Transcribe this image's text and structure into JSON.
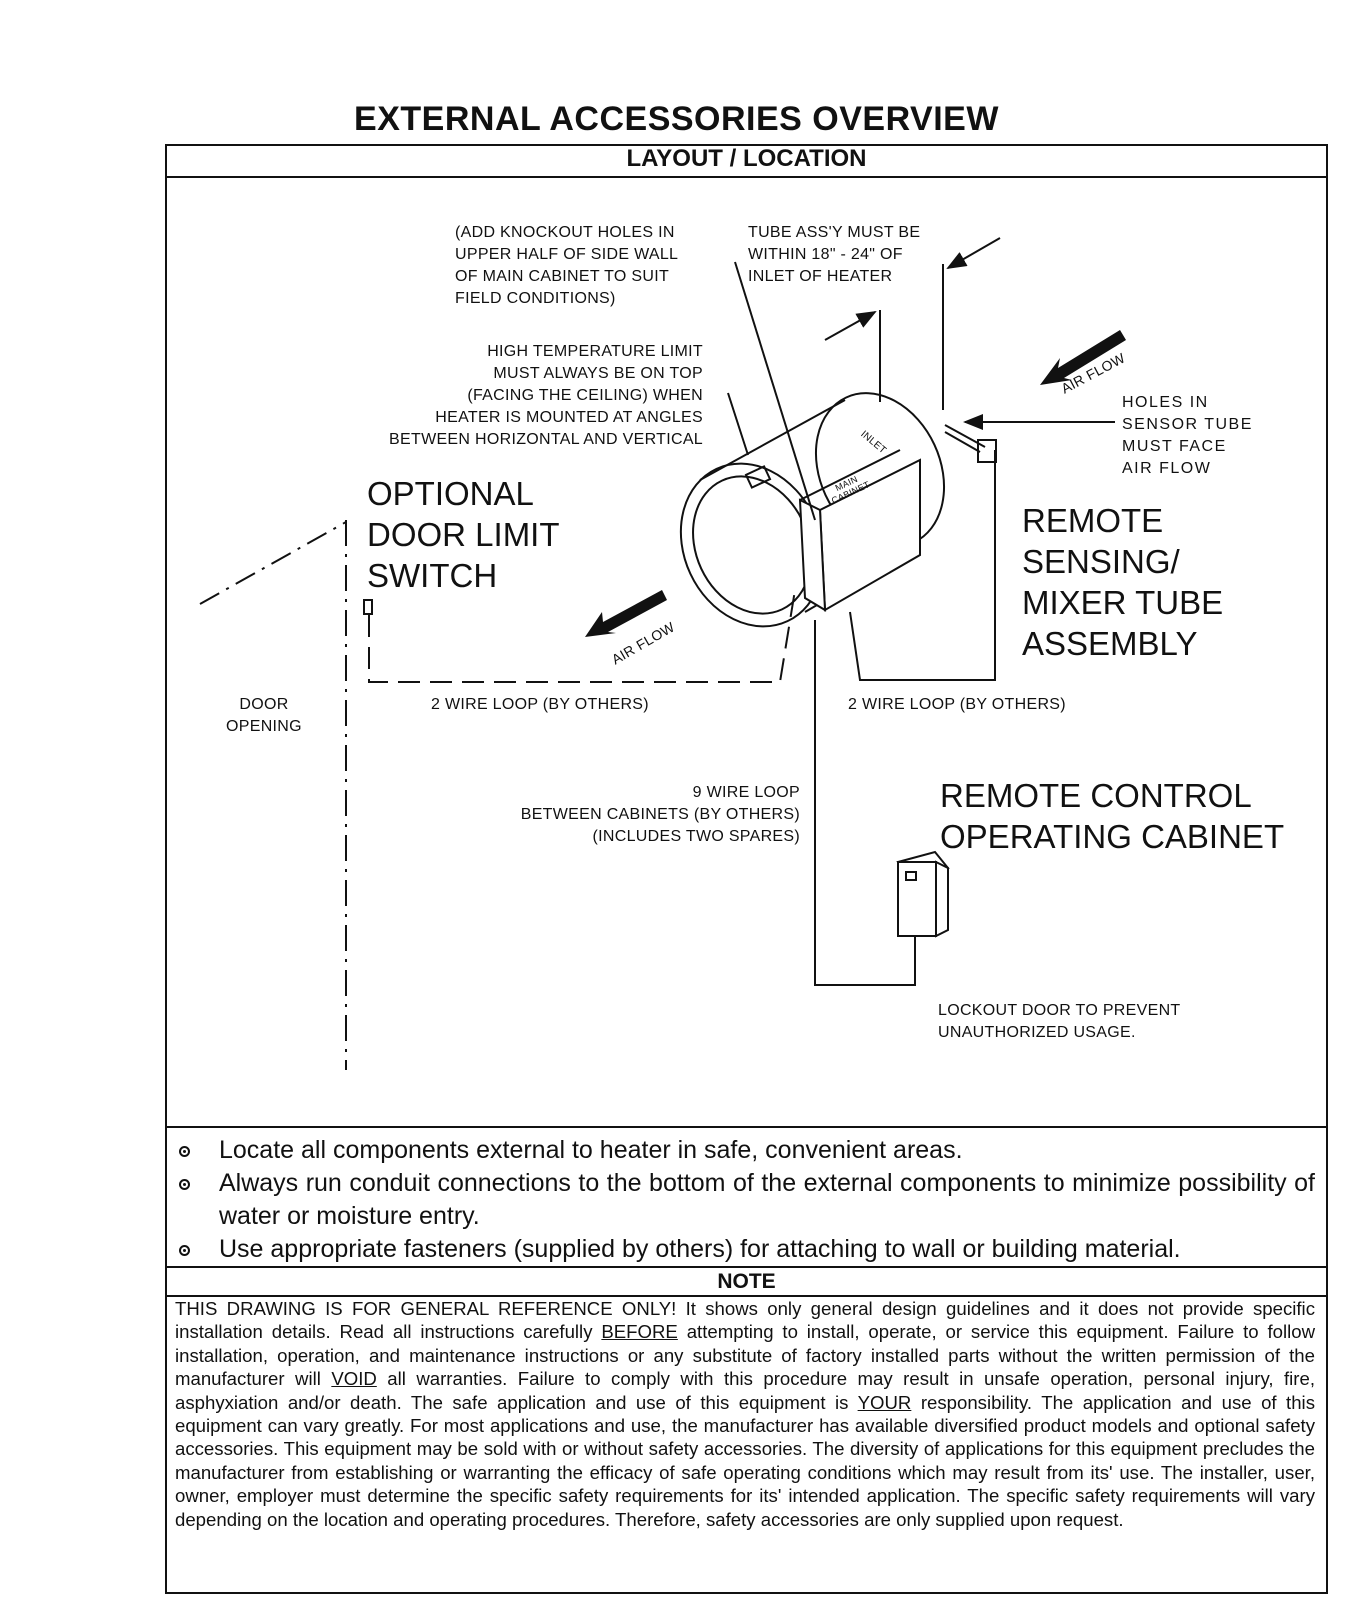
{
  "title": "EXTERNAL ACCESSORIES OVERVIEW",
  "layout_header": "LAYOUT / LOCATION",
  "labels": {
    "knockout": "(ADD KNOCKOUT HOLES IN\nUPPER HALF OF SIDE WALL\nOF MAIN CABINET TO SUIT\nFIELD CONDITIONS)",
    "tube_assy": "TUBE ASS'Y MUST BE\nWITHIN 18\" - 24\" OF\nINLET OF HEATER",
    "high_temp": "HIGH TEMPERATURE LIMIT\nMUST ALWAYS BE ON TOP\n(FACING THE CEILING) WHEN\nHEATER IS MOUNTED AT ANGLES\nBETWEEN HORIZONTAL AND VERTICAL",
    "holes": "HOLES IN\nSENSOR TUBE\nMUST FACE\nAIR FLOW",
    "optional_door": "OPTIONAL\nDOOR LIMIT\nSWITCH",
    "remote_sensing": "REMOTE\nSENSING/\nMIXER TUBE\nASSEMBLY",
    "door_opening": "DOOR\nOPENING",
    "wire_loop_left": "2 WIRE LOOP (BY OTHERS)",
    "wire_loop_right": "2 WIRE LOOP (BY OTHERS)",
    "nine_wire": "9 WIRE LOOP\nBETWEEN CABINETS (BY OTHERS)\n(INCLUDES TWO SPARES)",
    "remote_control": "REMOTE CONTROL\nOPERATING CABINET",
    "lockout": "LOCKOUT DOOR TO PREVENT\nUNAUTHORIZED USAGE.",
    "air_flow_top": "AIR FLOW",
    "air_flow_bottom": "AIR FLOW",
    "inlet": "INLET",
    "main_cabinet": "MAIN\nCABINET"
  },
  "bullets": [
    "Locate all components external to heater in safe, convenient areas.",
    "Always run conduit connections to the bottom of the external components to minimize possibility of water or moisture entry.",
    "Use appropriate fasteners (supplied by others) for attaching to wall or building material."
  ],
  "note_header": "NOTE",
  "note": {
    "p1": "THIS DRAWING IS FOR GENERAL REFERENCE ONLY!  It shows only general design guidelines and it does not provide specific installation details.  Read all instructions carefully ",
    "before": "BEFORE",
    "p2": " attempting to install, operate, or service this equipment.  Failure to follow installation, operation, and maintenance instructions or any substitute of factory installed parts without the written permission of the manufacturer will ",
    "void": "VOID",
    "p3": " all warranties.  Failure to comply with this procedure may result in unsafe operation, personal injury, fire, asphyxiation and/or death.  The safe application and use of this equipment is ",
    "your": "YOUR",
    "p4": " responsibility.  The application and use of this equipment can vary greatly.  For most applications and use, the manufacturer has available diversified product models and optional safety accessories.  This equipment may be sold with or without safety accessories.  The diversity of applications for this equipment precludes the manufacturer from establishing or warranting the efficacy of safe operating conditions which may result from its' use.  The installer, user, owner, employer must determine the specific safety requirements for its' intended application.  The specific safety requirements will vary depending on the location and operating procedures.  Therefore, safety accessories are only supplied upon request."
  }
}
